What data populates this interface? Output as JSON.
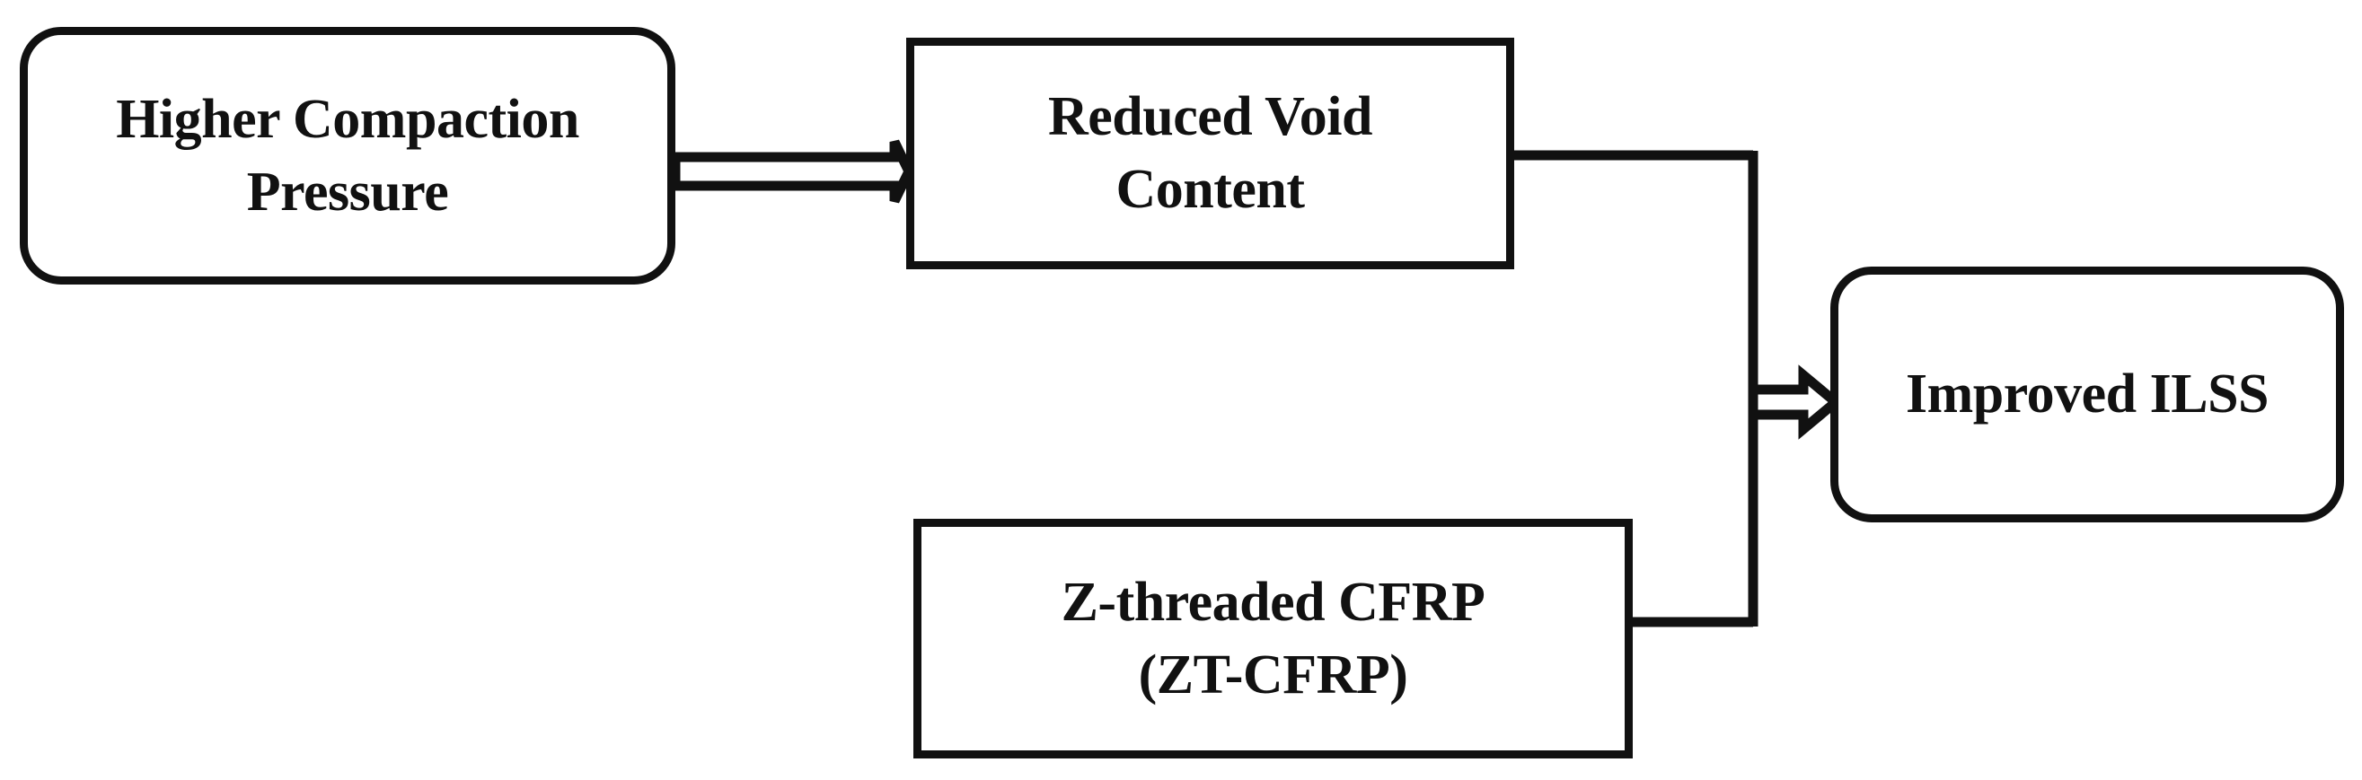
{
  "diagram": {
    "title": "ILSS improvement mechanism flow diagram",
    "type": "flowchart",
    "background_color": "#ffffff",
    "line_color": "#111111",
    "text_color": "#111111",
    "nodes": [
      {
        "id": "higher-compaction-pressure",
        "label": "Higher Compaction\nPressure",
        "shape": "rounded-rectangle"
      },
      {
        "id": "reduced-void-content",
        "label": "Reduced Void\nContent",
        "shape": "rectangle"
      },
      {
        "id": "zt-cfrp",
        "label": "Z-threaded CFRP\n(ZT-CFRP)",
        "shape": "rectangle"
      },
      {
        "id": "improved-ilss",
        "label": "Improved ILSS",
        "shape": "rounded-rectangle"
      }
    ],
    "edges": [
      {
        "id": "edge-pressure-to-void",
        "from": "higher-compaction-pressure",
        "to": "reduced-void-content",
        "style": "hollow-block-arrow"
      },
      {
        "id": "edge-void-to-junction",
        "from": "reduced-void-content",
        "to": "merge-junction",
        "style": "plain-line"
      },
      {
        "id": "edge-ztcfrp-to-junction",
        "from": "zt-cfrp",
        "to": "merge-junction",
        "style": "plain-line"
      },
      {
        "id": "edge-junction-to-ilss",
        "from": "merge-junction",
        "to": "improved-ilss",
        "style": "hollow-block-arrow"
      }
    ]
  }
}
